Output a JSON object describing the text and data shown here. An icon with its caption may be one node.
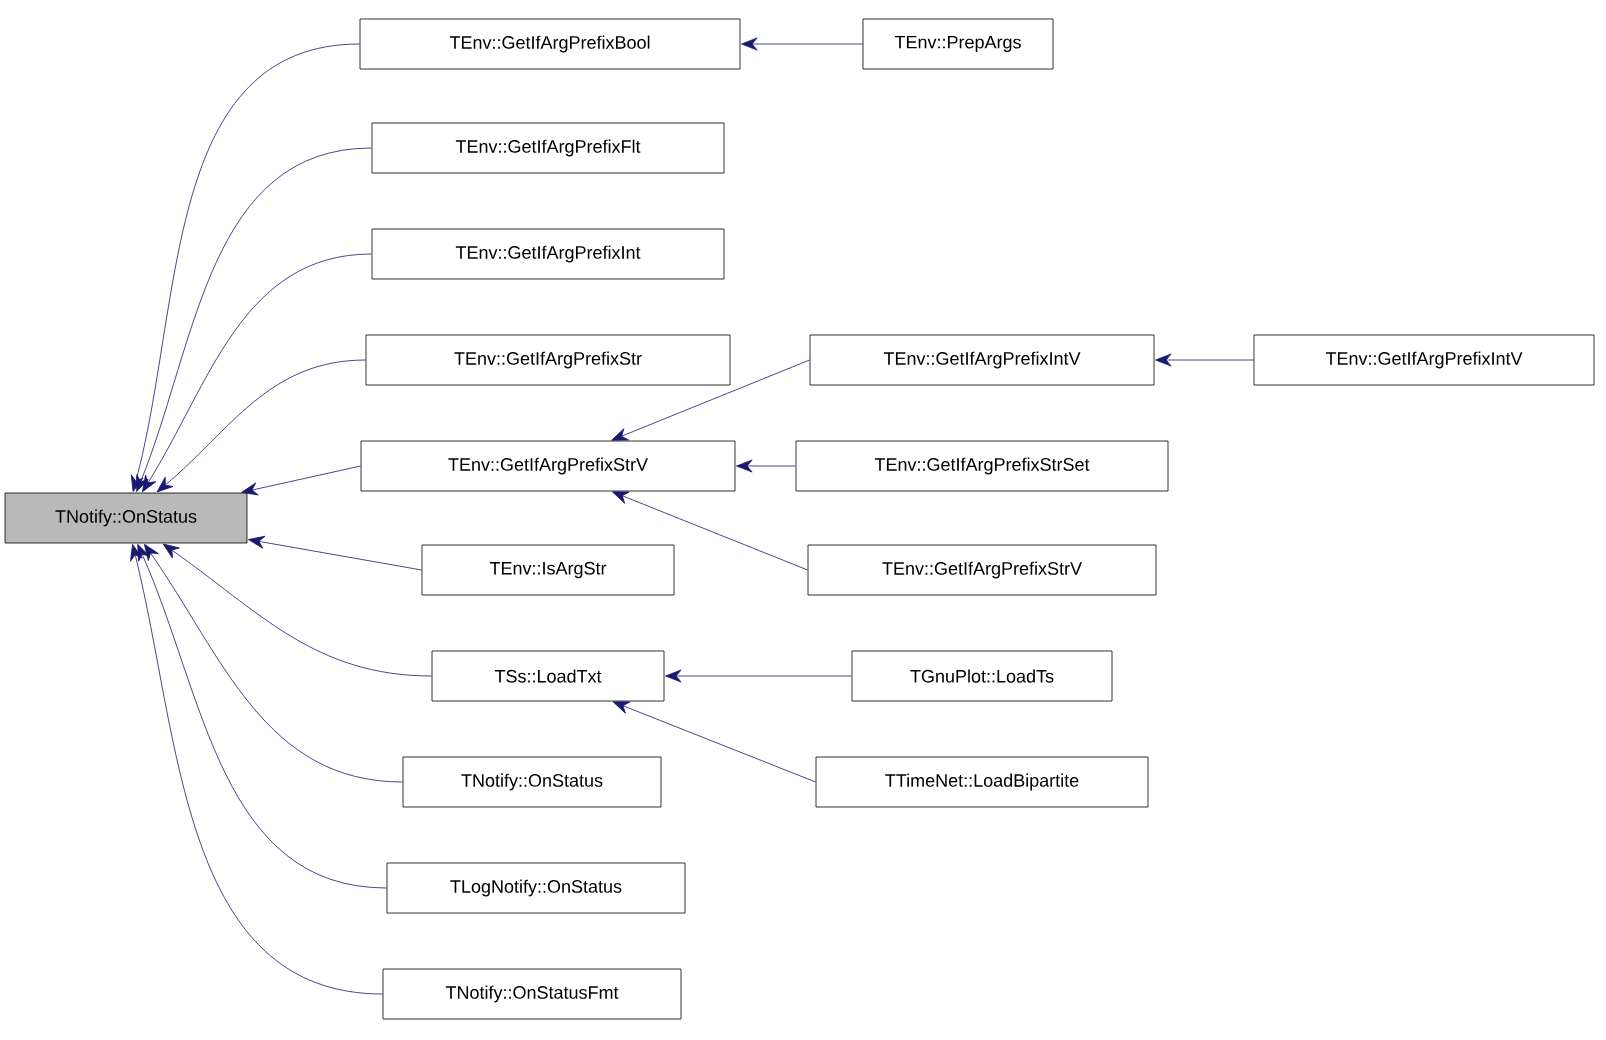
{
  "diagram": {
    "nodes": [
      {
        "text": [
          "TNotify::OnStatus"
        ]
      },
      {
        "text": [
          "TEnv::GetIfArgPrefixBool"
        ]
      },
      {
        "text": [
          "TEnv::PrepArgs"
        ]
      },
      {
        "text": [
          "TEnv::GetIfArgPrefixFlt"
        ]
      },
      {
        "text": [
          "TEnv::GetIfArgPrefixInt"
        ]
      },
      {
        "text": [
          "TEnv::GetIfArgPrefixStr"
        ]
      },
      {
        "text": [
          "TEnv::GetIfArgPrefixStrV"
        ]
      },
      {
        "text": [
          "TEnv::GetIfArgPrefixIntV"
        ]
      },
      {
        "text": [
          "TEnv::GetIfArgPrefixIntV"
        ]
      },
      {
        "text": [
          "TEnv::GetIfArgPrefixStrSet"
        ]
      },
      {
        "text": [
          "TEnv::GetIfArgPrefixStrV"
        ]
      },
      {
        "text": [
          "TEnv::IsArgStr"
        ]
      },
      {
        "text": [
          "TSs::LoadTxt"
        ]
      },
      {
        "text": [
          "TGnuPlot::LoadTs"
        ]
      },
      {
        "text": [
          "TTimeNet::LoadBipartite"
        ]
      },
      {
        "text": [
          "TNotify::OnStatus"
        ]
      },
      {
        "text": [
          "TLogNotify::OnStatus"
        ]
      },
      {
        "text": [
          "TNotify::OnStatusFmt"
        ]
      }
    ],
    "edges": [
      {
        "from": 1,
        "to": 0,
        "arrow": "to"
      },
      {
        "from": 2,
        "to": 1,
        "arrow": "to"
      },
      {
        "from": 3,
        "to": 0,
        "arrow": "to"
      },
      {
        "from": 4,
        "to": 0,
        "arrow": "to"
      },
      {
        "from": 5,
        "to": 0,
        "arrow": "to"
      },
      {
        "from": 6,
        "to": 0,
        "arrow": "to"
      },
      {
        "from": 7,
        "to": 6,
        "arrow": "to"
      },
      {
        "from": 8,
        "to": 7,
        "arrow": "to"
      },
      {
        "from": 9,
        "to": 6,
        "arrow": "to"
      },
      {
        "from": 10,
        "to": 6,
        "arrow": "to"
      },
      {
        "from": 11,
        "to": 0,
        "arrow": "to"
      },
      {
        "from": 12,
        "to": 0,
        "arrow": "to"
      },
      {
        "from": 13,
        "to": 12,
        "arrow": "to"
      },
      {
        "from": 14,
        "to": 12,
        "arrow": "to"
      },
      {
        "from": 15,
        "to": 0,
        "arrow": "to"
      },
      {
        "from": 16,
        "to": 0,
        "arrow": "to"
      },
      {
        "from": 17,
        "to": 0,
        "arrow": "to"
      }
    ]
  }
}
